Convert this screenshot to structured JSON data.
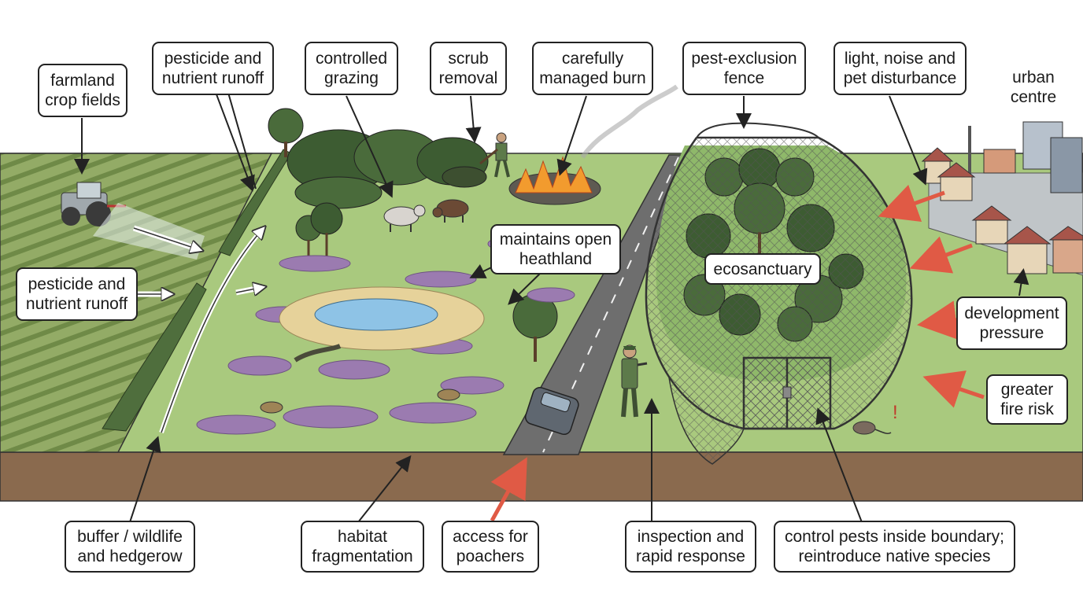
{
  "labels": {
    "farmland": "farmland\ncrop fields",
    "runoff_top": "pesticide and\nnutrient  runoff",
    "grazing": "controlled\ngrazing",
    "scrub": "scrub\nremoval",
    "burn": "carefully\nmanaged burn",
    "fence": "pest-exclusion\nfence",
    "disturbance": "light, noise and\npet disturbance",
    "urban": "urban\ncentre",
    "runoff_left": "pesticide and\nnutrient runoff",
    "heathland": "maintains open\nheathland",
    "ecosanctuary": "ecosanctuary",
    "development": "development\npressure",
    "fire": "greater\nfire risk",
    "buffer": "buffer / wildlife\nand hedgerow",
    "fragmentation": "habitat\nfragmentation",
    "poachers": "access for\npoachers",
    "inspection": "inspection and\nrapid response",
    "control": "control pests inside boundary;\nreintroduce native species"
  },
  "colors": {
    "grass": "#a9c97e",
    "farmland": "#8da35f",
    "soil": "#8a6a4e",
    "heather": "#9b7bb0",
    "water": "#8ec3e6",
    "road": "#6e6e6e",
    "threat_arrow": "#e05a45"
  }
}
